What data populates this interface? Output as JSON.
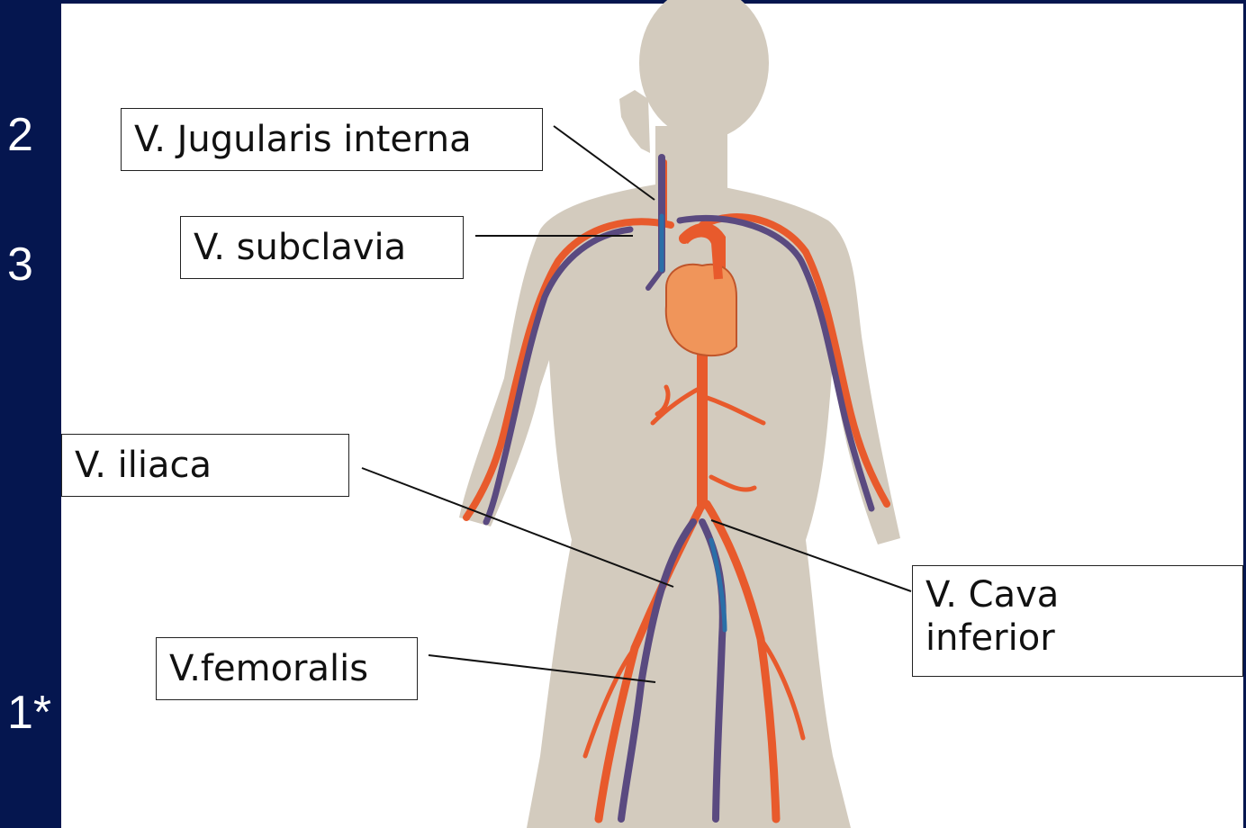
{
  "slide": {
    "numbers": [
      "2",
      "3",
      "1*"
    ]
  },
  "labels": {
    "jugularis": "V. Jugularis interna",
    "subclavia": "V. subclavia",
    "iliaca": "V. iliaca",
    "femoralis": "V.femoralis",
    "cava_line1": "V. Cava",
    "cava_line2": "inferior"
  },
  "colors": {
    "frame": "#05164f",
    "body": "#d3cbbe",
    "artery": "#e85a2c",
    "vein": "#5a4a80",
    "vein_highlight": "#2a6fa8",
    "heart": "#f0955a"
  }
}
